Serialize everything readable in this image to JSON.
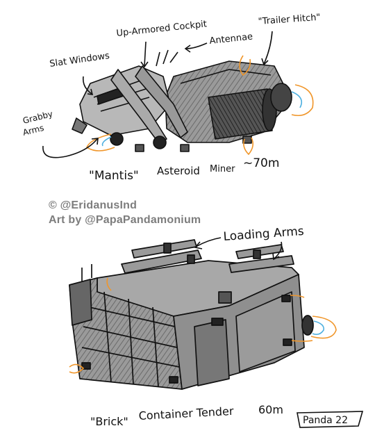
{
  "sketch1": {
    "labels": {
      "slat_windows": "Slat Windows",
      "cockpit": "Up-Armored Cockpit",
      "antennae": "Antennae",
      "trailer_hitch": "\"Trailer Hitch\"",
      "grabby_1": "Grabby",
      "grabby_2": "Arms"
    },
    "caption": {
      "name": "\"Mantis\"",
      "type": "Asteroid",
      "role": "Miner",
      "size": "~70m"
    }
  },
  "credits": {
    "line1": "© @EridanusInd",
    "line2": "Art by @PapaPandamonium"
  },
  "sketch2": {
    "labels": {
      "loading_arms": "Loading Arms"
    },
    "caption": {
      "name": "\"Brick\"",
      "type": "Container Tender",
      "size": "60m"
    }
  },
  "signature": "Panda 22",
  "colors": {
    "ink": "#111111",
    "hull_shade": "#8f8f8f",
    "hull_dark": "#555555",
    "thruster_orange": "#f0962a",
    "thruster_blue": "#4fb0e0",
    "credit_gray": "#7d7d7d"
  }
}
